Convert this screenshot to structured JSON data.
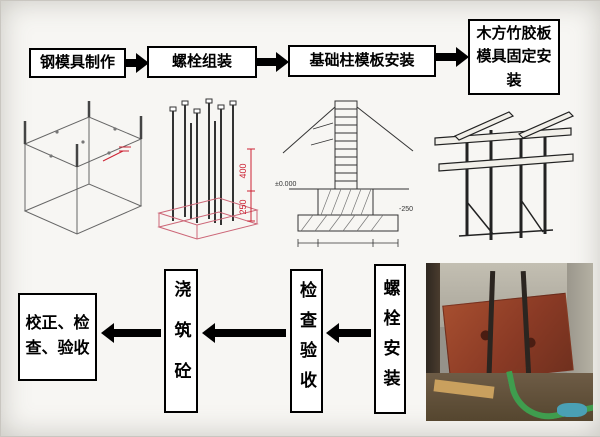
{
  "top_flow": {
    "steps": [
      {
        "id": "steel-mold-making",
        "label": "钢模具制作"
      },
      {
        "id": "bolt-assembly",
        "label": "螺栓组装"
      },
      {
        "id": "foundation-column-formwork-install",
        "label": "基础柱模板安装"
      },
      {
        "id": "wood-bamboo-plywood-mold-fix-install",
        "label": "木方竹胶板模具固定安装"
      }
    ]
  },
  "bottom_flow": {
    "steps": [
      {
        "id": "bolt-install",
        "label": "螺栓安装"
      },
      {
        "id": "inspection-acceptance",
        "label": "检查验收"
      },
      {
        "id": "pour-concrete",
        "label": "浇筑砼"
      },
      {
        "id": "correction-inspection-acceptance",
        "label": "校正、检查、验收"
      }
    ]
  },
  "drawings": {
    "bolt_group_dims": {
      "upper": "400",
      "lower": "250"
    },
    "column_elevation": {
      "level_zero": "±0.000",
      "level_minus": "-250"
    }
  }
}
